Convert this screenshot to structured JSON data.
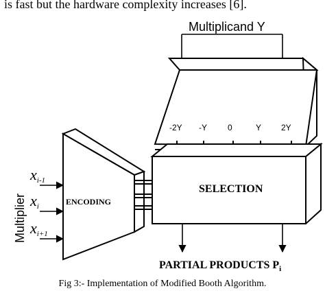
{
  "body_text": "is fast but the hardware complexity increases [6].",
  "diagram": {
    "multiplicand_label": "Multiplicand Y",
    "multiplier_label": "Multiplier",
    "inputs": [
      {
        "base": "x",
        "sub": "i-1"
      },
      {
        "base": "x",
        "sub": "i"
      },
      {
        "base": "x",
        "sub": "i+1"
      }
    ],
    "encoder_label": "ENCODING",
    "selector_label": "SELECTION",
    "selector_inputs": [
      "-2Y",
      "-Y",
      "0",
      "Y",
      "2Y"
    ],
    "output_label": "PARTIAL PRODUCTS P",
    "output_subscript": "i"
  },
  "caption": "Fig 3:- Implementation of Modified Booth Algorithm."
}
